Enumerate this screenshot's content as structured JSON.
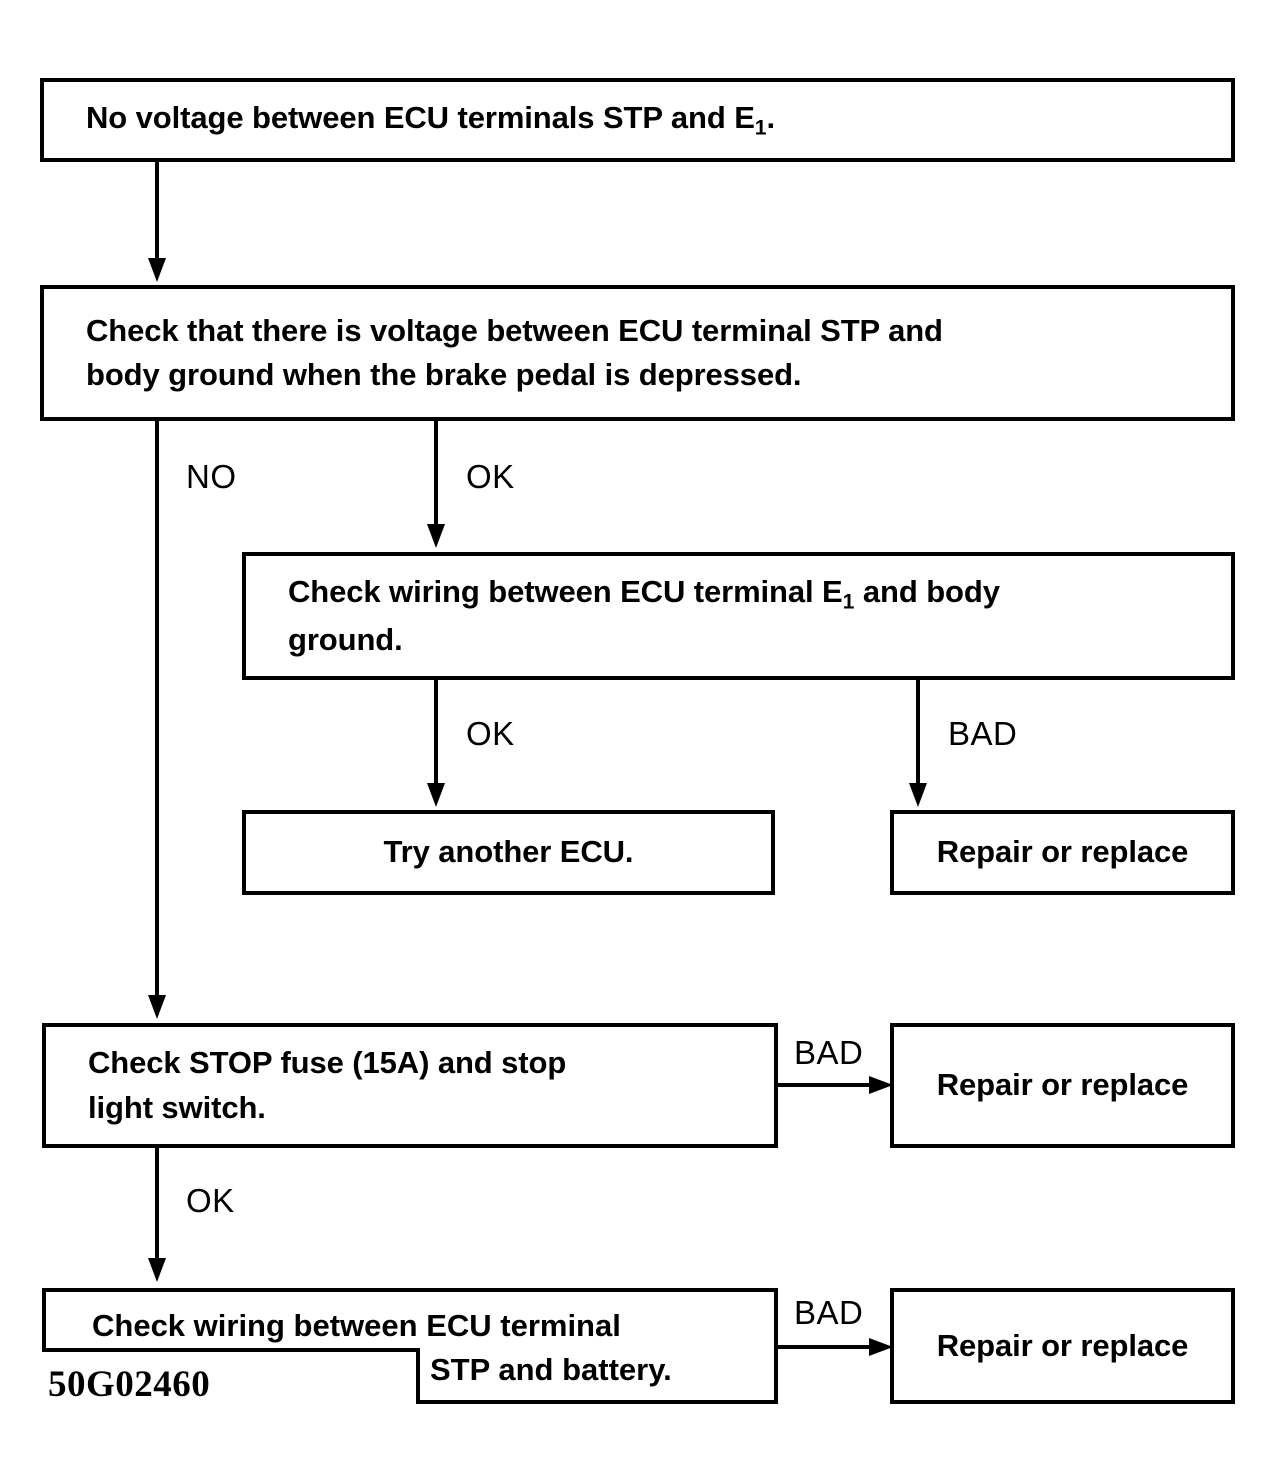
{
  "document": {
    "title": "No voltage between ECU terminals STP and E1 — diagnostic chart",
    "figure_id": "50G02460"
  },
  "nodes": {
    "start": {
      "text_before_sub": "No voltage between ECU terminals STP and E",
      "sub": "1",
      "text_after_sub": "."
    },
    "check_voltage": {
      "text": "Check that there is voltage between ECU terminal STP and\nbody ground when the brake pedal is depressed."
    },
    "check_wiring_e1": {
      "text_before_sub": "Check wiring between ECU terminal E",
      "sub": "1",
      "text_after_sub": " and body\nground."
    },
    "try_another_ecu": {
      "text": "Try another ECU."
    },
    "repair_replace_1": {
      "text": "Repair or replace"
    },
    "check_stop_fuse": {
      "text": "Check STOP fuse (15A) and stop\nlight switch."
    },
    "repair_replace_2": {
      "text": "Repair or replace"
    },
    "check_wiring_battery": {
      "line1": "Check wiring between ECU terminal",
      "line2": "STP and battery."
    },
    "repair_replace_3": {
      "text": "Repair or replace"
    }
  },
  "edge_labels": {
    "no_branch": "NO",
    "ok_to_wiring": "OK",
    "ok_to_try_ecu": "OK",
    "bad_to_repair_1": "BAD",
    "bad_to_repair_2": "BAD",
    "ok_to_wiring_battery": "OK",
    "bad_to_repair_3": "BAD"
  },
  "chart_data": {
    "type": "flowchart",
    "title": "No voltage between ECU terminals STP and E1",
    "figure_id": "50G02460",
    "orientation": "top-to-bottom",
    "nodes": [
      {
        "id": "start",
        "label": "No voltage between ECU terminals STP and E1.",
        "shape": "rect"
      },
      {
        "id": "check_voltage",
        "label": "Check that there is voltage between ECU terminal STP and body ground when the brake pedal is depressed.",
        "shape": "rect"
      },
      {
        "id": "check_wiring_e1",
        "label": "Check wiring between ECU terminal E1 and body ground.",
        "shape": "rect"
      },
      {
        "id": "try_another_ecu",
        "label": "Try another ECU.",
        "shape": "rect"
      },
      {
        "id": "repair_replace_1",
        "label": "Repair or replace",
        "shape": "rect"
      },
      {
        "id": "check_stop_fuse",
        "label": "Check STOP fuse (15A) and stop light switch.",
        "shape": "rect"
      },
      {
        "id": "repair_replace_2",
        "label": "Repair or replace",
        "shape": "rect"
      },
      {
        "id": "check_wiring_battery",
        "label": "Check wiring between ECU terminal STP and battery.",
        "shape": "rect-notched"
      },
      {
        "id": "repair_replace_3",
        "label": "Repair or replace",
        "shape": "rect"
      }
    ],
    "edges": [
      {
        "from": "start",
        "to": "check_voltage",
        "label": ""
      },
      {
        "from": "check_voltage",
        "to": "check_stop_fuse",
        "label": "NO"
      },
      {
        "from": "check_voltage",
        "to": "check_wiring_e1",
        "label": "OK"
      },
      {
        "from": "check_wiring_e1",
        "to": "try_another_ecu",
        "label": "OK"
      },
      {
        "from": "check_wiring_e1",
        "to": "repair_replace_1",
        "label": "BAD"
      },
      {
        "from": "check_stop_fuse",
        "to": "repair_replace_2",
        "label": "BAD"
      },
      {
        "from": "check_stop_fuse",
        "to": "check_wiring_battery",
        "label": "OK"
      },
      {
        "from": "check_wiring_battery",
        "to": "repair_replace_3",
        "label": "BAD"
      }
    ]
  }
}
